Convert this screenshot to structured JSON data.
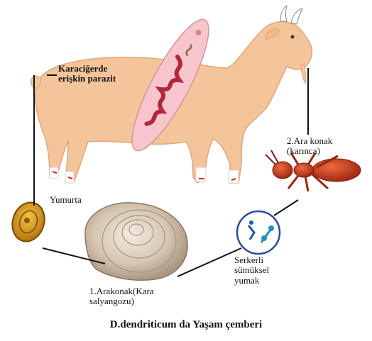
{
  "labels": {
    "adult_in_liver_line1": "Karaciğerde",
    "adult_in_liver_line2": "erişkin parazit",
    "egg": "Yumurta",
    "second_host_line1": "2.Ara konak",
    "second_host_line2": "(karınca)",
    "cercaria_line1": "Serkerli",
    "cercaria_line2": "sümüksel",
    "cercaria_line3": "yumak",
    "first_host_line1": "1.Arakonak(Kara",
    "first_host_line2": "salyangozu)"
  },
  "caption": "D.dendriticum da Yaşam çemberi",
  "colors": {
    "goat": "#f4c49a",
    "goat_outline": "#e3a577",
    "fluke": "#f6c6cc",
    "fluke_uterus": "#b3273a",
    "ant": "#c8361c",
    "egg": "#d99a1c",
    "snail": "#cbb9a2"
  }
}
